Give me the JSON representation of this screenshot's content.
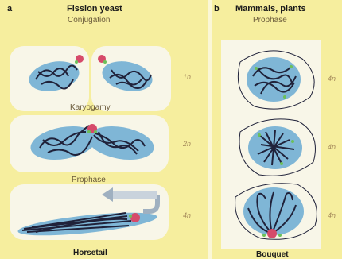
{
  "panel_a": {
    "letter": "a",
    "heading": "Fission yeast",
    "stages": [
      "Conjugation",
      "Karyogamy",
      "Prophase"
    ],
    "ploidy": [
      "1n",
      "2n",
      "4n"
    ],
    "footer": "Horsetail"
  },
  "panel_b": {
    "letter": "b",
    "heading": "Mammals, plants",
    "stage": "Prophase",
    "ploidy": [
      "4n",
      "4n",
      "4n"
    ],
    "footer": "Bouquet"
  },
  "colors": {
    "background": "#f6ee9e",
    "cell_box": "#f8f6e8",
    "nucleus": "#7fb6d6",
    "chromatin": "#20223a",
    "spindle_pole": "#d64a6a",
    "telomere": "#6cc05a",
    "arrow": "#9fb0c0"
  }
}
